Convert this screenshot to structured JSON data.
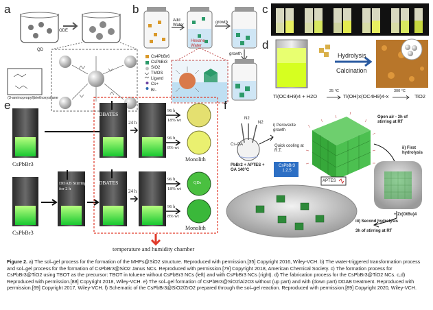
{
  "panels": {
    "a": {
      "label": "a",
      "texts": {
        "ode": "ODE",
        "qd": "QD",
        "aptes": "(3-aminopropyl)triethoxysilane"
      }
    },
    "b": {
      "label": "b",
      "texts": {
        "add_water": "Add Water",
        "growth1": "growth",
        "growth2": "growth",
        "hexane": "Hexane",
        "water": "Water",
        "legend": [
          "Cs4PbBr6",
          "CsPbBr3",
          "SiO2",
          "TMOS",
          "Ligand",
          "Cs+",
          "Br-"
        ]
      }
    },
    "c": {
      "label": "c"
    },
    "d": {
      "label": "d",
      "texts": {
        "hydrolysis": "Hydrolysis",
        "calcination": "Calcination",
        "eq_left": "Ti(OC4H9)4 + H2O",
        "eq_temp1": "25 °C",
        "eq_mid": "Ti(OH)x(OC4H9)4-x",
        "eq_temp2": "300 °C",
        "eq_right": "TiO2"
      }
    },
    "e": {
      "label": "e",
      "texts": {
        "cspbbr3_top": "CsPbBr3",
        "cspbbr3_bot": "CsPbBr3",
        "dbates_top": "DBATES",
        "dbates_bot": "DBATES",
        "ddab": "DDAB Stirring for 2 h",
        "h24_top": "24 h",
        "h24_bot": "24 h",
        "h96_1": "96 h",
        "wt18_1": "18% wt",
        "h96_2": "96 h",
        "wt8_1": "8% wt",
        "monolith_top": "Monolith",
        "h96_3": "96 h",
        "wt18_2": "18% wt",
        "h96_4": "96 h",
        "wt8_2": "8% wt",
        "monolith_bot": "Monolith",
        "qds": "QDs",
        "chamber": "temperature and humidity chamber"
      }
    },
    "f": {
      "label": "f",
      "texts": {
        "n2_a": "N2",
        "n2_b": "N2",
        "csoa": "Cs-OA",
        "perovskite": "i) Perovskite growth",
        "quick": "Quick cooling at R.T.",
        "precursor": "PbBr2 + APTES + OA 140°C",
        "box": "CsPbBr3 1:2.5",
        "open_air": "Open air - 3h of stirring at RT",
        "first": "ii) First hydrolysis",
        "aptes": "APTES",
        "zr": "+ Zr(OtBu)4",
        "second": "iii) Second hydrolysis",
        "stir3": "3h of stirring at RT"
      }
    }
  },
  "caption": {
    "label": "Figure 2.",
    "text": "a) The sol–gel process for the formation of the MHPs@SiO2 structure. Reproduced with permission.[35] Copyright 2016, Wiley-VCH. b) The water-triggered transformation process and sol–gel process for the formation of CsPbBr3@SiO2 Janus NCs. Reproduced with permission.[79] Copyright 2018, American Chemical Society. c) The formation process for CsPbBr3@TiO2 using TBOT as the precursor: TBOT in toluene without CsPbBr3 NCs (left) and with CsPbBr3 NCs (right). d) The fabrication process for the CsPbBr3@TiO2 NCs. c,d) Reproduced with permission.[88] Copyright 2018, Wiley-VCH. e) The sol–gel formation of CsPbBr3@SiO2/Al2O3 without (up part) and with (down part) DDAB treatment. Reproduced with permission.[69] Copyright 2017, Wiley-VCH. f) Schematic of the CsPbBr3@SiO2/ZrO2 prepared through the sol–gel reaction. Reproduced with permission.[89] Copyright 2020, Wiley-VCH."
  },
  "colors": {
    "green": "#3cd83a",
    "lime": "#c8e840",
    "box_blue": "#2d6fc4",
    "chamber_red": "#e03a2a"
  }
}
